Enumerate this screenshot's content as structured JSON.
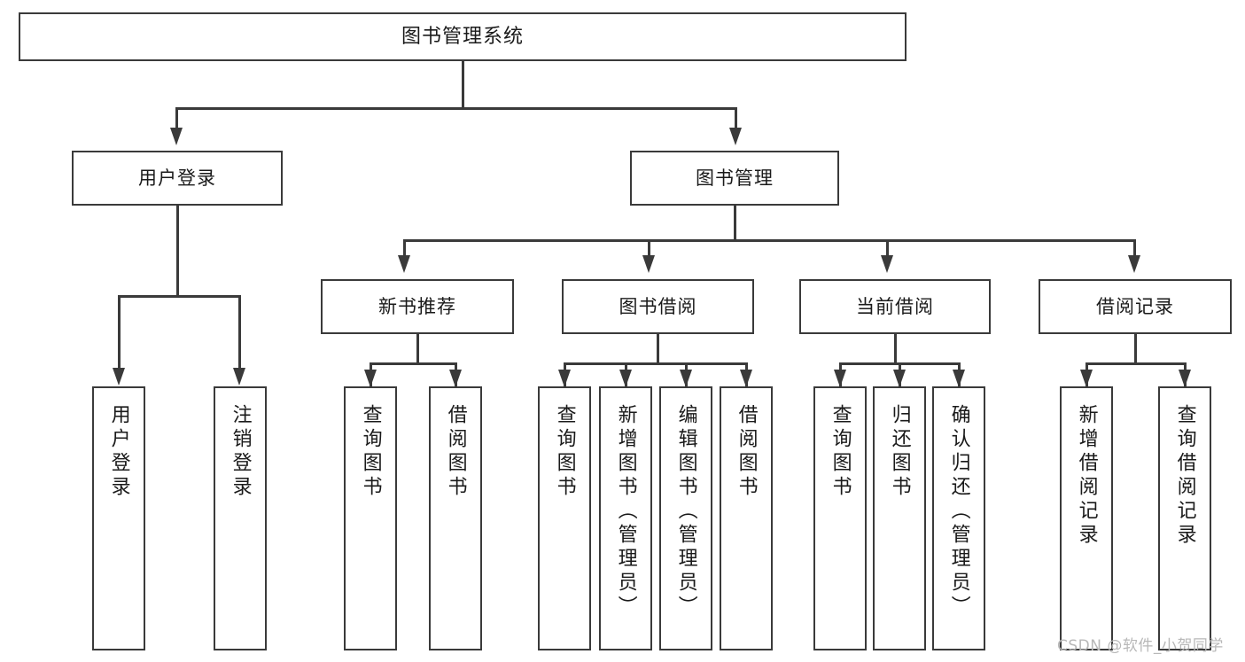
{
  "diagram": {
    "title": "图书管理系统",
    "type": "tree",
    "nodes": {
      "root": {
        "label": "图书管理系统"
      },
      "level2": [
        {
          "id": "user-login",
          "label": "用户登录"
        },
        {
          "id": "book-management",
          "label": "图书管理"
        }
      ],
      "level3": [
        {
          "id": "new-book-recommend",
          "label": "新书推荐",
          "parent": "book-management"
        },
        {
          "id": "book-borrow",
          "label": "图书借阅",
          "parent": "book-management"
        },
        {
          "id": "current-borrow",
          "label": "当前借阅",
          "parent": "book-management"
        },
        {
          "id": "borrow-record",
          "label": "借阅记录",
          "parent": "book-management"
        }
      ],
      "leaves": {
        "user_login": [
          {
            "id": "leaf-user-login",
            "label": "用户登录"
          },
          {
            "id": "leaf-logout-login",
            "label": "注销登录"
          }
        ],
        "new_book_recommend": [
          {
            "id": "leaf-query-book-1",
            "label": "查询图书"
          },
          {
            "id": "leaf-borrow-book-1",
            "label": "借阅图书"
          }
        ],
        "book_borrow": [
          {
            "id": "leaf-query-book-2",
            "label": "查询图书"
          },
          {
            "id": "leaf-add-book",
            "label": "新增图书（管理员）"
          },
          {
            "id": "leaf-edit-book",
            "label": "编辑图书（管理员）"
          },
          {
            "id": "leaf-borrow-book-2",
            "label": "借阅图书"
          }
        ],
        "current_borrow": [
          {
            "id": "leaf-query-book-3",
            "label": "查询图书"
          },
          {
            "id": "leaf-return-book",
            "label": "归还图书"
          },
          {
            "id": "leaf-confirm-return",
            "label": "确认归还（管理员）"
          }
        ],
        "borrow_record": [
          {
            "id": "leaf-add-record",
            "label": "新增借阅记录"
          },
          {
            "id": "leaf-query-record",
            "label": "查询借阅记录"
          }
        ]
      }
    },
    "colors": {
      "stroke": "#3a3a3a",
      "fill": "#ffffff",
      "text": "#1a1a1a",
      "watermark": "#b8b8b8"
    }
  },
  "watermark": {
    "text": "CSDN @软件_小贺同学"
  }
}
